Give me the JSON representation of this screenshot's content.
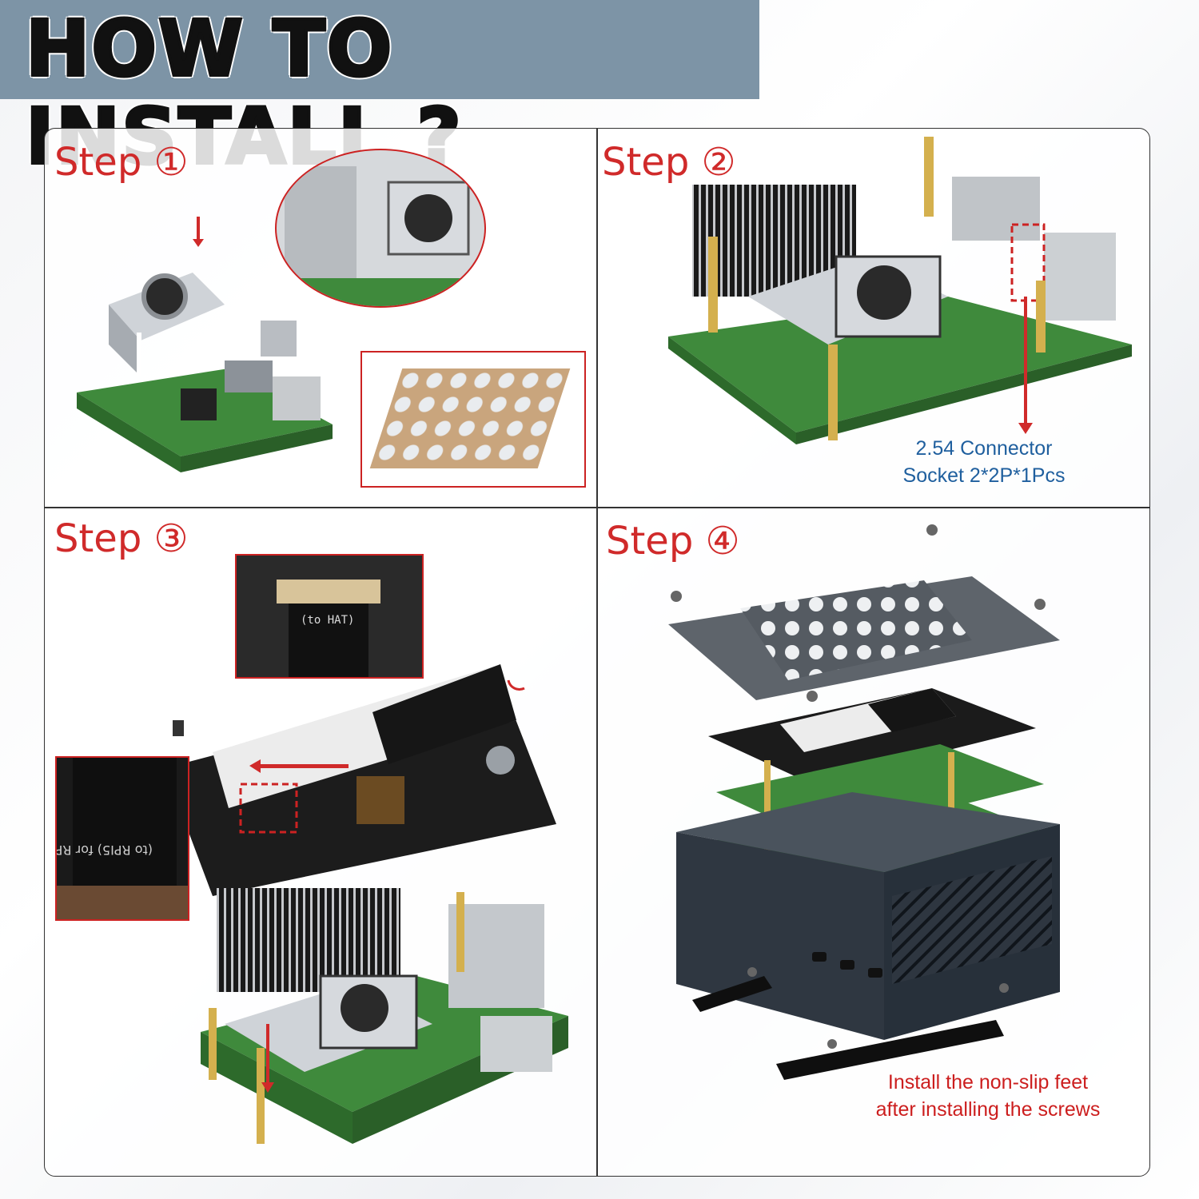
{
  "banner": {
    "title": "HOW TO INSTALL ?"
  },
  "steps": [
    {
      "label": "Step ①"
    },
    {
      "label": "Step ②"
    },
    {
      "label": "Step ③"
    },
    {
      "label": "Step ④"
    }
  ],
  "step2_caption": {
    "line1": "2.54 Connector",
    "line2": "Socket 2*2P*1Pcs"
  },
  "step4_caption": {
    "line1": "Install the non-slip feet",
    "line2": "after installing the screws"
  },
  "colors": {
    "accent_red": "#d02a2a",
    "caption_blue": "#1f5f9e",
    "banner_bg": "#7d94a6"
  }
}
